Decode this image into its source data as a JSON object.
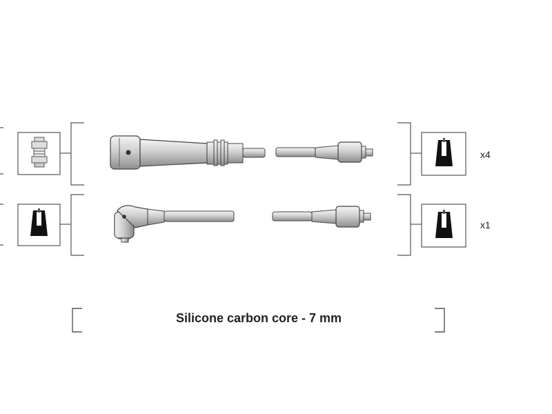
{
  "sets": [
    {
      "quantity": "x4"
    },
    {
      "quantity": "x1"
    }
  ],
  "caption": "Silicone carbon core - 7 mm",
  "icons": {
    "coil_end_top": "straight-coil-connector-icon",
    "coil_end_bottom": "boot-connector-icon",
    "plug_end_top": "boot-connector-icon",
    "plug_end_bottom": "boot-connector-icon"
  },
  "colors": {
    "line": "#555555",
    "lead_fill": "#d8d8d8",
    "boot_fill": "#111111"
  }
}
